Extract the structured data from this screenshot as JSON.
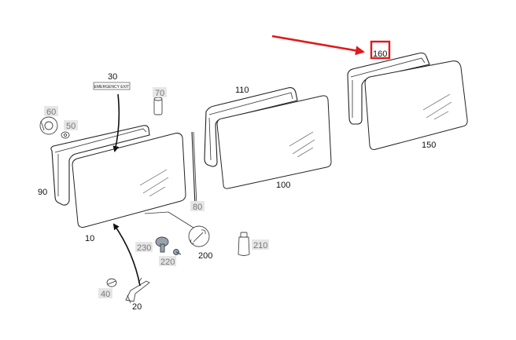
{
  "diagram": {
    "sign_text": "EMERGENCY EXIT",
    "highlight_color": "#e0191b",
    "callouts": {
      "c10": "10",
      "c20": "20",
      "c30": "30",
      "c40": "40",
      "c50": "50",
      "c60": "60",
      "c70": "70",
      "c80": "80",
      "c90": "90",
      "c100": "100",
      "c110": "110",
      "c150": "150",
      "c160": "160",
      "c200": "200",
      "c210": "210",
      "c220": "220",
      "c230": "230"
    }
  }
}
